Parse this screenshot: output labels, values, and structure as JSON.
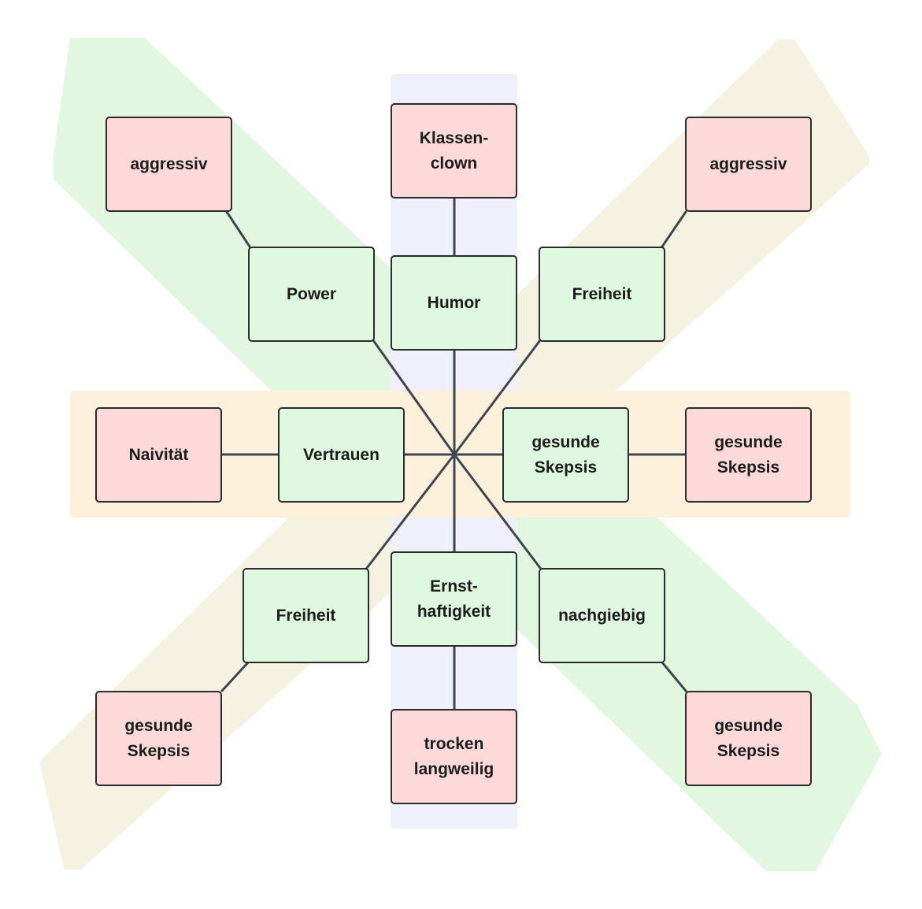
{
  "colors": {
    "value_fill": "#dff8e0",
    "exaggeration_fill": "#fdd9da",
    "band_vertical": "#eff0fb",
    "band_horizontal": "#fdf1dc",
    "band_diag_green": "#e2f7df",
    "band_diag_beige": "#f6f2e1",
    "connector": "#3f4650"
  },
  "nodes": {
    "klassenclown": "Klassen-\nclown",
    "humor": "Humor",
    "ernsthaftigkeit": "Ernst-\nhaftigkeit",
    "trocken_langweilig": "trocken\nlangweilig",
    "aggressiv_left": "aggressiv",
    "power": "Power",
    "nachgiebig": "nachgiebig",
    "gesunde_skepsis_bottom_right": "gesunde\nSkepsis",
    "aggressiv_right": "aggressiv",
    "freiheit_top": "Freiheit",
    "freiheit_bottom": "Freiheit",
    "gesunde_skepsis_bottom_left": "gesunde\nSkepsis",
    "naivitaet": "Naivität",
    "vertrauen": "Vertrauen",
    "gesunde_skepsis_center": "gesunde\nSkepsis",
    "gesunde_skepsis_right": "gesunde\nSkepsis"
  }
}
